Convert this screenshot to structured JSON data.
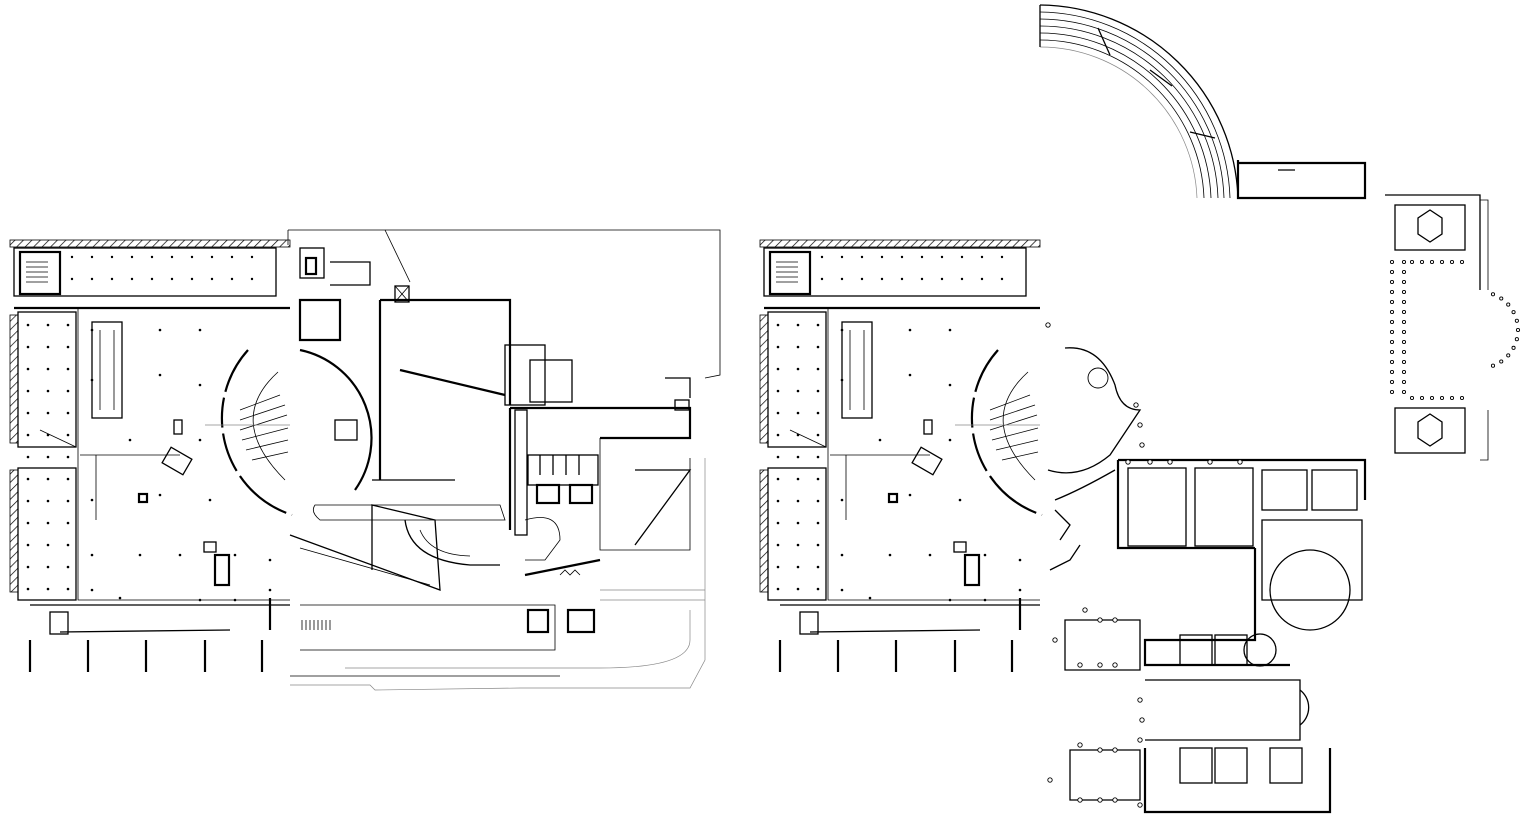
{
  "drawing": {
    "kind": "architectural floor plan comparison",
    "text_labels": [],
    "colors": {
      "ink": "#000000",
      "secondary_line": "#888888",
      "background": "#ffffff"
    },
    "plans": [
      {
        "id": "modern-plan",
        "style": "full"
      },
      {
        "id": "modern-plan-overlay",
        "style": "left half with historic plan overlay"
      }
    ]
  }
}
